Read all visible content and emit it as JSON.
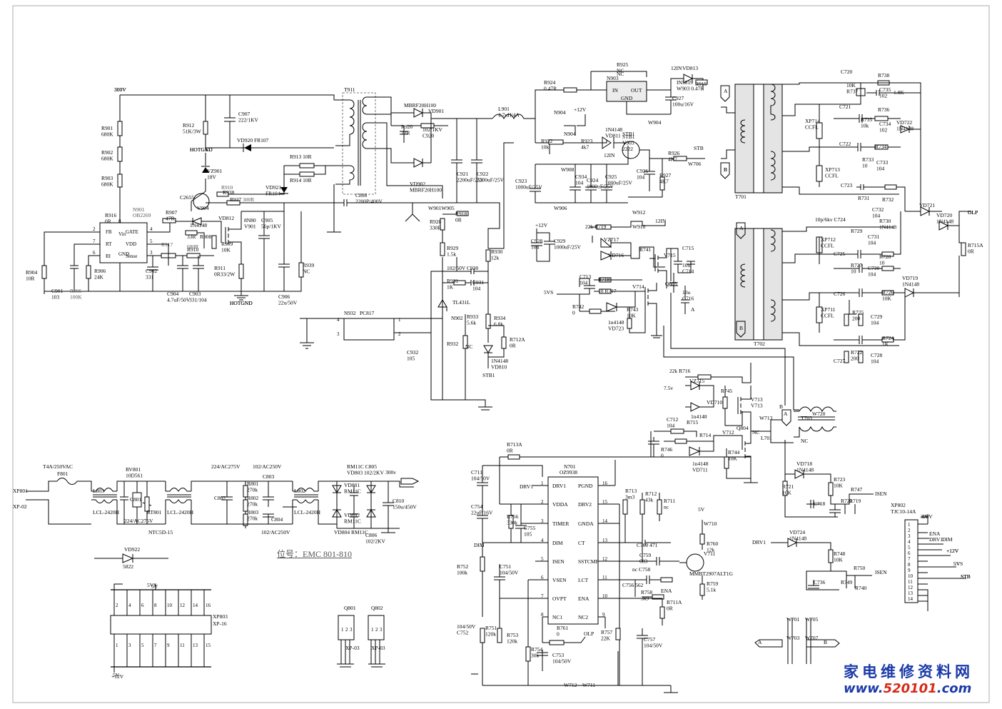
{
  "title_position": "位号：EMC 801-810",
  "watermark": {
    "line1": "家电维修资料网",
    "line2_prefix": "www.",
    "line2_number": "520101",
    "line2_suffix": ".com"
  },
  "ics": {
    "n901": {
      "ref": "N901",
      "part": "OB2269",
      "pins": [
        "FB",
        "Vin",
        "GATE",
        "RT",
        "VDD",
        "RI",
        "GND",
        "Sense"
      ],
      "pin_numbers": [
        "2",
        "8",
        "4",
        "7",
        "5",
        "6",
        "1",
        "3"
      ]
    },
    "n701": {
      "ref": "N701",
      "part": "OZ9938",
      "left_pins": [
        "DRV1",
        "VDDA",
        "TIMER",
        "DIM",
        "ISEN",
        "VSEN",
        "OVPT",
        "NC1"
      ],
      "right_pins": [
        "PGND",
        "DRV2",
        "GNDA",
        "CT",
        "SSTCMP",
        "LCT",
        "ENA",
        "NC2"
      ],
      "left_numbers": [
        "1",
        "2",
        "3",
        "4",
        "5",
        "6",
        "7",
        "8"
      ],
      "right_numbers": [
        "16",
        "15",
        "14",
        "13",
        "12",
        "11",
        "10",
        "9"
      ]
    },
    "n903": {
      "ref": "N903",
      "pins": [
        "IN",
        "OUT",
        "GND"
      ],
      "top": "NC"
    },
    "n932": {
      "ref": "N932",
      "part": "PC817",
      "pins": [
        "1",
        "2",
        "3",
        "4"
      ]
    }
  },
  "rails": [
    "300V",
    "HOTGND",
    "HOTGND",
    "+12V",
    "+12V",
    "12IN",
    "12IN",
    "5VS",
    "5V",
    "5V",
    "+12V",
    "STB",
    "STB",
    "STB1",
    "OLP",
    "OLP",
    "ISEN",
    "ISEN",
    "ENA",
    "DIM",
    "DRV1",
    "DRV1",
    "DRV1",
    "5VS",
    "5V",
    "300V"
  ],
  "connectors": {
    "xp801": {
      "refs": [
        "XP801",
        "XP-02"
      ]
    },
    "xp803": {
      "refs": [
        "XP803",
        "XP-16"
      ],
      "top_numbers": [
        "2",
        "4",
        "6",
        "8",
        "10",
        "12",
        "14",
        "16"
      ],
      "bottom_numbers": [
        "1",
        "3",
        "5",
        "7",
        "9",
        "11",
        "13",
        "15"
      ],
      "labels": [
        "5V",
        "+12V"
      ]
    },
    "xp802": {
      "refs": [
        "XP802",
        "TJC10-14A"
      ],
      "pins": [
        "1",
        "2",
        "3",
        "4",
        "5",
        "6",
        "7",
        "8",
        "9",
        "10",
        "11",
        "12",
        "13",
        "14"
      ],
      "signals": [
        "5V",
        "ENA",
        "DIM",
        "+12V",
        "5VS",
        "STB"
      ]
    },
    "q801": {
      "ref": "Q801",
      "pins": [
        "1",
        "2",
        "3"
      ],
      "part": "XP-03"
    },
    "q802": {
      "ref": "Q802",
      "pins": [
        "1",
        "2",
        "3"
      ],
      "part": "XP-03"
    }
  },
  "labels": [
    {
      "id": "L300V",
      "text": "300V"
    },
    {
      "id": "R901",
      "text": "R901\n680K"
    },
    {
      "id": "R902",
      "text": "R902\n680K"
    },
    {
      "id": "R903",
      "text": "R903\n680K"
    },
    {
      "id": "R916",
      "text": "R916\n0R"
    },
    {
      "id": "R904",
      "text": "R904\n10R"
    },
    {
      "id": "C901",
      "text": "C901\n103"
    },
    {
      "id": "R905",
      "text": "R905\n100K"
    },
    {
      "id": "R906",
      "text": "R906\n24K"
    },
    {
      "id": "R912",
      "text": "R912\n51K/3W"
    },
    {
      "id": "HOTGND1",
      "text": "HOTGND"
    },
    {
      "id": "VZ901",
      "text": "VZ901\n18V"
    },
    {
      "id": "C2655",
      "text": "C2655"
    },
    {
      "id": "V904",
      "text": "V904"
    },
    {
      "id": "R910a",
      "text": "R910"
    },
    {
      "id": "R938",
      "text": "R938"
    },
    {
      "id": "R937",
      "text": "R937"
    },
    {
      "id": "R300",
      "text": "300R"
    },
    {
      "id": "R907",
      "text": "R907\n47R"
    },
    {
      "id": "VD812",
      "text": "VD812"
    },
    {
      "id": "IN4148a",
      "text": "1N4148"
    },
    {
      "id": "R33",
      "text": "33R"
    },
    {
      "id": "R908",
      "text": "R908"
    },
    {
      "id": "R917",
      "text": "R917"
    },
    {
      "id": "R910b",
      "text": "R910"
    },
    {
      "id": "R680",
      "text": "680R"
    },
    {
      "id": "C902",
      "text": "C902\n331"
    },
    {
      "id": "C904",
      "text": "C904\n4.7uF/50V"
    },
    {
      "id": "C903",
      "text": "C903\n331/104"
    },
    {
      "id": "R909",
      "text": "R909\n10K"
    },
    {
      "id": "R911",
      "text": "R911\n0R33/2W"
    },
    {
      "id": "HOTGND2",
      "text": "HOTGND"
    },
    {
      "id": "V901",
      "text": "8N80\nV901"
    },
    {
      "id": "C905",
      "text": "C905\n56p/1KV"
    },
    {
      "id": "C906",
      "text": "C906\n22u/50V"
    },
    {
      "id": "R939",
      "text": "R939\nNC"
    },
    {
      "id": "C907",
      "text": "C907\n222/1KV"
    },
    {
      "id": "VD920",
      "text": "VD920  FR107"
    },
    {
      "id": "R913",
      "text": "R913   10R"
    },
    {
      "id": "R914",
      "text": "R914   10R"
    },
    {
      "id": "VD921",
      "text": "VD921\nFR104"
    },
    {
      "id": "T911",
      "text": "T911"
    },
    {
      "id": "C808",
      "text": "C808\n2200P/400V"
    },
    {
      "id": "MBRF1",
      "text": "MBRF20H100"
    },
    {
      "id": "VD901",
      "text": "VD901"
    },
    {
      "id": "R920",
      "text": "R920\n22R"
    },
    {
      "id": "C102",
      "text": "102/1KV\nC920"
    },
    {
      "id": "VD902",
      "text": "VD902\nMBRF20H100"
    },
    {
      "id": "C921",
      "text": "C921\n2200uF/25V"
    },
    {
      "id": "C922",
      "text": "C922\n2200uF/25V"
    },
    {
      "id": "W901",
      "text": "W901W905"
    },
    {
      "id": "R918",
      "text": "R918\n0R"
    },
    {
      "id": "L901",
      "text": "L901\n4.7uH/4A"
    },
    {
      "id": "R924",
      "text": "R924\n0.47R"
    },
    {
      "id": "N904",
      "text": "N904"
    },
    {
      "id": "N904b",
      "text": "N904"
    },
    {
      "id": "R922",
      "text": "R922\n10k"
    },
    {
      "id": "R923",
      "text": "R923\n4k7"
    },
    {
      "id": "VD811",
      "text": "1N4148\nVD811"
    },
    {
      "id": "V903",
      "text": "STB1\nV903\n2222"
    },
    {
      "id": "12IN",
      "text": "12IN"
    },
    {
      "id": "R926",
      "text": "R926\n4K7"
    },
    {
      "id": "R927",
      "text": "R927\n4K7"
    },
    {
      "id": "C926",
      "text": "C926\n104"
    },
    {
      "id": "W706",
      "text": "W706"
    },
    {
      "id": "W908",
      "text": "W908"
    },
    {
      "id": "C923",
      "text": "C923\n1000uF/25V"
    },
    {
      "id": "C934",
      "text": "C934\n104"
    },
    {
      "id": "C924",
      "text": "C924\n1000uF/25V"
    },
    {
      "id": "C925",
      "text": "C925\n1000uF/25V"
    },
    {
      "id": "W906",
      "text": "W906"
    },
    {
      "id": "R925",
      "text": "R925\nNC"
    },
    {
      "id": "VD813",
      "text": "VD813"
    },
    {
      "id": "W903",
      "text": "IN5819\nW903 0.47R"
    },
    {
      "id": "R915",
      "text": "R915"
    },
    {
      "id": "C927",
      "text": "C927\n100u/16V"
    },
    {
      "id": "W904",
      "text": "W904"
    },
    {
      "id": "R928",
      "text": "R928\n330R"
    },
    {
      "id": "R929",
      "text": "R929\n1.5k"
    },
    {
      "id": "R930",
      "text": "R930\n12k"
    },
    {
      "id": "C930",
      "text": "102/50V  C930"
    },
    {
      "id": "R931",
      "text": "R931\n1K"
    },
    {
      "id": "C931",
      "text": "C931\n104"
    },
    {
      "id": "TL431",
      "text": "TL431L"
    },
    {
      "id": "N902",
      "text": "N902"
    },
    {
      "id": "R933",
      "text": "R933\n5.6k"
    },
    {
      "id": "R932",
      "text": "R932"
    },
    {
      "id": "NC932",
      "text": "NC"
    },
    {
      "id": "R934",
      "text": "R934\n6.8k"
    },
    {
      "id": "R712A",
      "text": "R712A\n0R"
    },
    {
      "id": "VD810",
      "text": "1N4148\nVD810"
    },
    {
      "id": "STB1b",
      "text": "STB1"
    },
    {
      "id": "C932",
      "text": "C932\n105"
    },
    {
      "id": "C929",
      "text": "C929\n1000uF/25V"
    },
    {
      "id": "C928",
      "text": "C928\n104"
    },
    {
      "id": "W912",
      "text": "W912"
    },
    {
      "id": "W910",
      "text": "W910"
    },
    {
      "id": "R719",
      "text": "22k  R719"
    },
    {
      "id": "VZ717",
      "text": "VZ717"
    },
    {
      "id": "VD716",
      "text": "VD716"
    },
    {
      "id": "R741",
      "text": "R741"
    },
    {
      "id": "V715",
      "text": "V715"
    },
    {
      "id": "C715",
      "text": "C715"
    },
    {
      "id": "C714",
      "text": "10u\nC714"
    },
    {
      "id": "Q805",
      "text": "Q805"
    },
    {
      "id": "C716",
      "text": "10u\nC716"
    },
    {
      "id": "C713",
      "text": "C713\n104"
    },
    {
      "id": "R718",
      "text": "R718"
    },
    {
      "id": "R717",
      "text": "10  R717"
    },
    {
      "id": "V714",
      "text": "V714"
    },
    {
      "id": "R742",
      "text": "R742\n0"
    },
    {
      "id": "VD723",
      "text": "1n4148\nVD723"
    },
    {
      "id": "R743",
      "text": "R743\n10K"
    },
    {
      "id": "T701",
      "text": "T701"
    },
    {
      "id": "T702",
      "text": "T702"
    },
    {
      "id": "C720",
      "text": "C720"
    },
    {
      "id": "R738",
      "text": "R738"
    },
    {
      "id": "C735",
      "text": "C735\n102"
    },
    {
      "id": "R737",
      "text": "10K\nR737"
    },
    {
      "id": "18K",
      "text": "1.8K"
    },
    {
      "id": "XP714",
      "text": "XP714\nCCFL"
    },
    {
      "id": "C721",
      "text": "C721"
    },
    {
      "id": "R735",
      "text": "R735\n10k"
    },
    {
      "id": "R736",
      "text": "R736"
    },
    {
      "id": "C734",
      "text": "C734\n102"
    },
    {
      "id": "VD722",
      "text": "VD722\n1N4148"
    },
    {
      "id": "C722",
      "text": "C722"
    },
    {
      "id": "R734",
      "text": "R734"
    },
    {
      "id": "R733",
      "text": "R733\n10"
    },
    {
      "id": "C733",
      "text": "C733\n104"
    },
    {
      "id": "XP713",
      "text": "XP713\nCCFL"
    },
    {
      "id": "C723",
      "text": "C723"
    },
    {
      "id": "R731",
      "text": "R731"
    },
    {
      "id": "R732",
      "text": "R732"
    },
    {
      "id": "C732",
      "text": "C732\n104"
    },
    {
      "id": "VD721",
      "text": "VD721"
    },
    {
      "id": "VD720",
      "text": "VD720\n1N4148"
    },
    {
      "id": "OLP1",
      "text": "OLP"
    },
    {
      "id": "R715A",
      "text": "R715A\n0R"
    },
    {
      "id": "C724",
      "text": "10p/6kv  C724"
    },
    {
      "id": "XP712",
      "text": "XP712\nCCFL"
    },
    {
      "id": "R729",
      "text": "R729"
    },
    {
      "id": "C731",
      "text": "C731\n104"
    },
    {
      "id": "R730",
      "text": "R730\n1N4148"
    },
    {
      "id": "C725",
      "text": "C725"
    },
    {
      "id": "R727",
      "text": "R727\n10"
    },
    {
      "id": "C730",
      "text": "C730\n104"
    },
    {
      "id": "R728",
      "text": "R728\n10"
    },
    {
      "id": "VD719",
      "text": "VD719\n1N4148"
    },
    {
      "id": "C726",
      "text": "C726"
    },
    {
      "id": "XP711",
      "text": "XP711\nCCFL"
    },
    {
      "id": "R725",
      "text": "R725\n200"
    },
    {
      "id": "R726",
      "text": "R726\n10K"
    },
    {
      "id": "C729",
      "text": "C729\n104"
    },
    {
      "id": "R724",
      "text": "R724\n1K"
    },
    {
      "id": "C727",
      "text": "C727"
    },
    {
      "id": "R722",
      "text": "R722\n200"
    },
    {
      "id": "C728",
      "text": "C728\n104"
    },
    {
      "id": "R716",
      "text": "22k  R716"
    },
    {
      "id": "VZ715",
      "text": "VZ715"
    },
    {
      "id": "7.5v",
      "text": "7.5v"
    },
    {
      "id": "VD7102",
      "text": "VD710"
    },
    {
      "id": "1n4148b",
      "text": "1n4148"
    },
    {
      "id": "R745",
      "text": "R745"
    },
    {
      "id": "V713",
      "text": "V713\nV713"
    },
    {
      "id": "W713",
      "text": "W713"
    },
    {
      "id": "T703",
      "text": "T703"
    },
    {
      "id": "W720",
      "text": "W720"
    },
    {
      "id": "C712",
      "text": "C712\n104"
    },
    {
      "id": "R715",
      "text": "R715"
    },
    {
      "id": "R714",
      "text": "R714"
    },
    {
      "id": "R746",
      "text": "R746\n0"
    },
    {
      "id": "VD711",
      "text": "1n4148\nVD711"
    },
    {
      "id": "R744",
      "text": "R744\n10K"
    },
    {
      "id": "V712",
      "text": "V712"
    },
    {
      "id": "Q804",
      "text": "Q804"
    },
    {
      "id": "L701",
      "text": "L701"
    },
    {
      "id": "NC701",
      "text": "NC"
    },
    {
      "id": "NC702",
      "text": "NC"
    },
    {
      "id": "R713A",
      "text": "R713A\n0R"
    },
    {
      "id": "C711",
      "text": "C711\n104/50V"
    },
    {
      "id": "C754",
      "text": "C754\n22uF/16V"
    },
    {
      "id": "R756",
      "text": "R756\n330k"
    },
    {
      "id": "C755",
      "text": "C755\n105"
    },
    {
      "id": "R713",
      "text": "R713\n3m3"
    },
    {
      "id": "R712",
      "text": "R712\n43k"
    },
    {
      "id": "R711",
      "text": "R711\nnc"
    },
    {
      "id": "C760",
      "text": "C760  471"
    },
    {
      "id": "C759",
      "text": "C759\n683"
    },
    {
      "id": "C758",
      "text": "nc C758"
    },
    {
      "id": "C756",
      "text": "C756 562"
    },
    {
      "id": "R758",
      "text": "R758\n3k9"
    },
    {
      "id": "R711A",
      "text": "R711A\n0R"
    },
    {
      "id": "V711",
      "text": "V711"
    },
    {
      "id": "MMBT",
      "text": "MMBT2907ALT1G"
    },
    {
      "id": "W710",
      "text": "W710"
    },
    {
      "id": "R760",
      "text": "R760\n12k"
    },
    {
      "id": "R759",
      "text": "R759\n5.1k"
    },
    {
      "id": "R752",
      "text": "R752\n100k"
    },
    {
      "id": "C751",
      "text": "C751\n104/50V"
    },
    {
      "id": "C752",
      "text": "104/50V\nC752"
    },
    {
      "id": "R751",
      "text": "R751\n120k"
    },
    {
      "id": "R753",
      "text": "R753\n120k"
    },
    {
      "id": "R754",
      "text": "R754\n30k"
    },
    {
      "id": "C753",
      "text": "C753\n104/50V"
    },
    {
      "id": "R761",
      "text": "R761\n0"
    },
    {
      "id": "R757",
      "text": "R757\n22K"
    },
    {
      "id": "C757",
      "text": "C757\n104/50V"
    },
    {
      "id": "W712",
      "text": "W712"
    },
    {
      "id": "W711",
      "text": "W711"
    },
    {
      "id": "VD718",
      "text": "VD718\n1N4148"
    },
    {
      "id": "R723",
      "text": "R723\n10K"
    },
    {
      "id": "R721",
      "text": "R721\n10K"
    },
    {
      "id": "C718",
      "text": "C718"
    },
    {
      "id": "R720",
      "text": "R720"
    },
    {
      "id": "R719b",
      "text": "R719"
    },
    {
      "id": "R747",
      "text": "R747"
    },
    {
      "id": "VD724",
      "text": "VD724\n1N4148"
    },
    {
      "id": "R748",
      "text": "R748\n10K"
    },
    {
      "id": "R750",
      "text": "R750"
    },
    {
      "id": "C736",
      "text": "C736"
    },
    {
      "id": "R749",
      "text": "R749"
    },
    {
      "id": "R740",
      "text": "R740"
    },
    {
      "id": "W701",
      "text": "W701"
    },
    {
      "id": "W705",
      "text": "W705"
    },
    {
      "id": "W703",
      "text": "W703"
    },
    {
      "id": "W707",
      "text": "W707"
    },
    {
      "id": "T4A",
      "text": "T4A/250VAC"
    },
    {
      "id": "F801",
      "text": "F801"
    },
    {
      "id": "L803",
      "text": "L803"
    },
    {
      "id": "LCL1",
      "text": "LCL-2420H"
    },
    {
      "id": "RV801",
      "text": "RV801\n10D561"
    },
    {
      "id": "C801",
      "text": "C801"
    },
    {
      "id": "RT801",
      "text": "RT801"
    },
    {
      "id": "224AC1",
      "text": "224/AC275V"
    },
    {
      "id": "NTC",
      "text": "NTC5D-15"
    },
    {
      "id": "LCL2",
      "text": "LCL-2420H"
    },
    {
      "id": "224AC2",
      "text": "224/AC275V"
    },
    {
      "id": "C802",
      "text": "C802"
    },
    {
      "id": "102AC1",
      "text": "102/AC250V"
    },
    {
      "id": "C803",
      "text": "C803"
    },
    {
      "id": "R801",
      "text": "R801\n270k"
    },
    {
      "id": "R802",
      "text": "R802\n270k"
    },
    {
      "id": "R803",
      "text": "R803\n270k"
    },
    {
      "id": "C804",
      "text": "C804"
    },
    {
      "id": "102AC2",
      "text": "102/AC250V"
    },
    {
      "id": "L802",
      "text": "L802"
    },
    {
      "id": "LCL3",
      "text": "LCL-2420H"
    },
    {
      "id": "RM11C1",
      "text": "RM11C  C805\nVD803  102/2KV"
    },
    {
      "id": "VD801",
      "text": "VD801\nRM11C"
    },
    {
      "id": "VD802",
      "text": "VD802\nRM11C"
    },
    {
      "id": "VD804",
      "text": "VD804  RM11C"
    },
    {
      "id": "C806",
      "text": "C806\n102/2KV"
    },
    {
      "id": "C810",
      "text": "C810\n150u/450V"
    },
    {
      "id": "300vb",
      "text": "300v"
    },
    {
      "id": "VD922",
      "text": "VD922"
    },
    {
      "id": "5822",
      "text": "5822"
    }
  ],
  "interface_pins": [
    "A",
    "B",
    "A",
    "B",
    "A",
    "B",
    "A",
    "B",
    "A",
    "B"
  ]
}
